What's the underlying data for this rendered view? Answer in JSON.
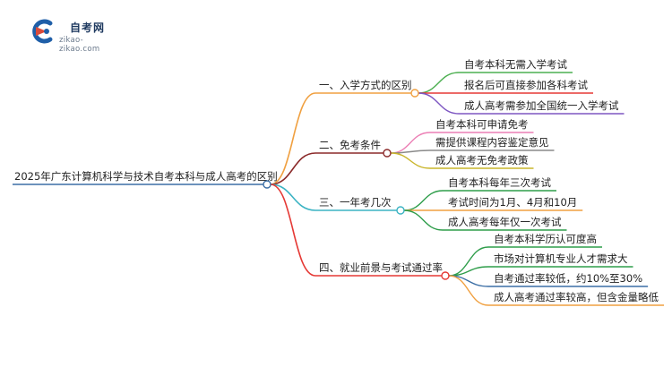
{
  "logo": {
    "name": "自考网",
    "url": "zikao-zikao.com",
    "colors": {
      "blue": "#1f5fa8",
      "red": "#d94a3a",
      "dark": "#1f3a60"
    }
  },
  "root": {
    "label": "2025年广东计算机科学与技术自考本科与成人高考的区别",
    "color": "#3b6ea5"
  },
  "branches": [
    {
      "label": "一、入学方式的区别",
      "color": "#f0a040",
      "children": [
        {
          "label": "自考本科无需入学考试",
          "color": "#4caf50"
        },
        {
          "label": "报名后可直接参加各科考试",
          "color": "#e53935"
        },
        {
          "label": "成人高考需参加全国统一入学考试",
          "color": "#7e57c2"
        }
      ]
    },
    {
      "label": "二、免考条件",
      "color": "#8b2a2a",
      "children": [
        {
          "label": "自考本科可申请免考",
          "color": "#ec7fb5"
        },
        {
          "label": "需提供课程内容鉴定意见",
          "color": "#8a8a8a"
        },
        {
          "label": "成人高考无免考政策",
          "color": "#c9b52a"
        }
      ]
    },
    {
      "label": "三、一年考几次",
      "color": "#3bb3c3",
      "children": [
        {
          "label": "自考本科每年三次考试",
          "color": "#2e9d4a"
        },
        {
          "label": "考试时间为1月、4月和10月",
          "color": "#f0a040"
        },
        {
          "label": "成人高考每年仅一次考试",
          "color": "#2e9d4a"
        }
      ]
    },
    {
      "label": "四、就业前景与考试通过率",
      "color": "#e53935",
      "children": [
        {
          "label": "自考本科学历认可度高",
          "color": "#2e9d4a"
        },
        {
          "label": "市场对计算机专业人才需求大",
          "color": "#2e9d4a"
        },
        {
          "label": "自考通过率较低，约10%至30%",
          "color": "#3b6ea5"
        },
        {
          "label": "成人高考通过率较高，但含金量略低",
          "color": "#f0a040"
        }
      ]
    }
  ]
}
